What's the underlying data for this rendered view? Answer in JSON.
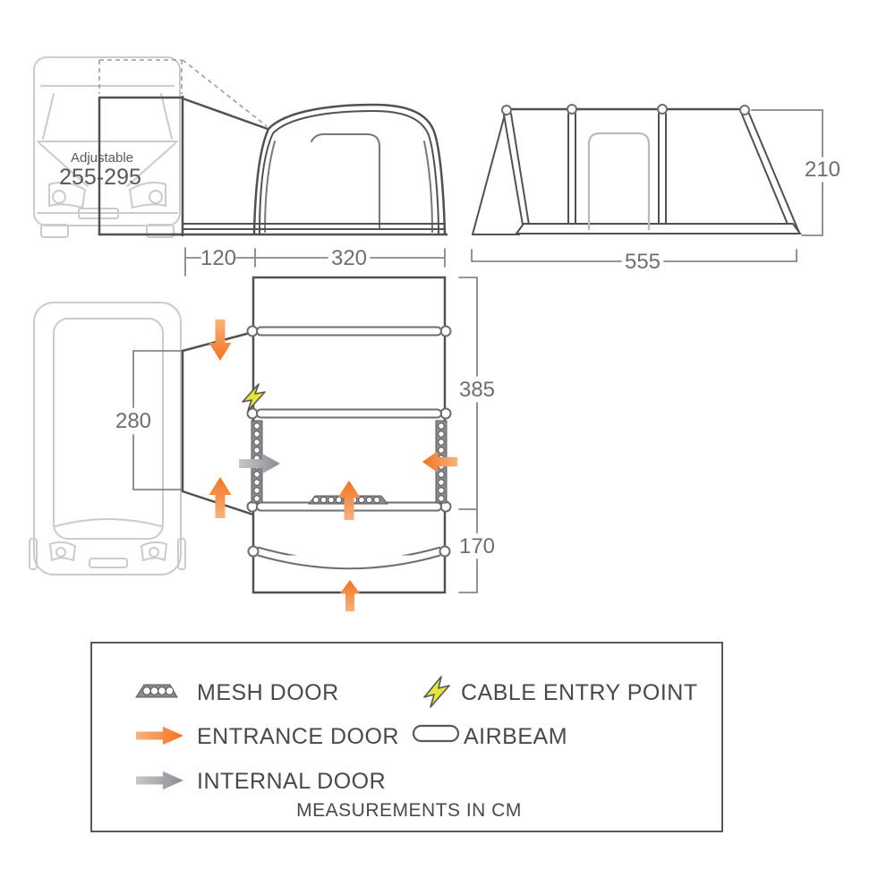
{
  "front_view": {
    "van_label_line1": "Adjustable",
    "van_label_line2": "255-295",
    "dim_tunnel_depth": "120",
    "dim_awning_width": "320"
  },
  "side_view": {
    "dim_length": "555",
    "dim_height": "210"
  },
  "plan_view": {
    "dim_van_connection": "280",
    "dim_main_body": "385",
    "dim_porch": "170"
  },
  "legend": {
    "items": [
      {
        "icon": "mesh-door-icon",
        "label": "MESH DOOR"
      },
      {
        "icon": "cable-entry-icon",
        "label": "CABLE ENTRY POINT"
      },
      {
        "icon": "entrance-door-arrow-icon",
        "label": "ENTRANCE DOOR"
      },
      {
        "icon": "airbeam-icon",
        "label": "AIRBEAM"
      },
      {
        "icon": "internal-door-arrow-icon",
        "label": "INTERNAL DOOR"
      }
    ],
    "footer": "MEASUREMENTS IN CM"
  },
  "colors": {
    "accent_orange": "#f4771f",
    "orange_tail": "#f9b27d",
    "internal_gray": "#8b8d90",
    "gray_tail": "#c6c7c9",
    "cable_yellow": "#e4e43a",
    "line_dark": "#505153",
    "line_light": "#c9cbcc",
    "dim_gray": "#6d6e71"
  }
}
